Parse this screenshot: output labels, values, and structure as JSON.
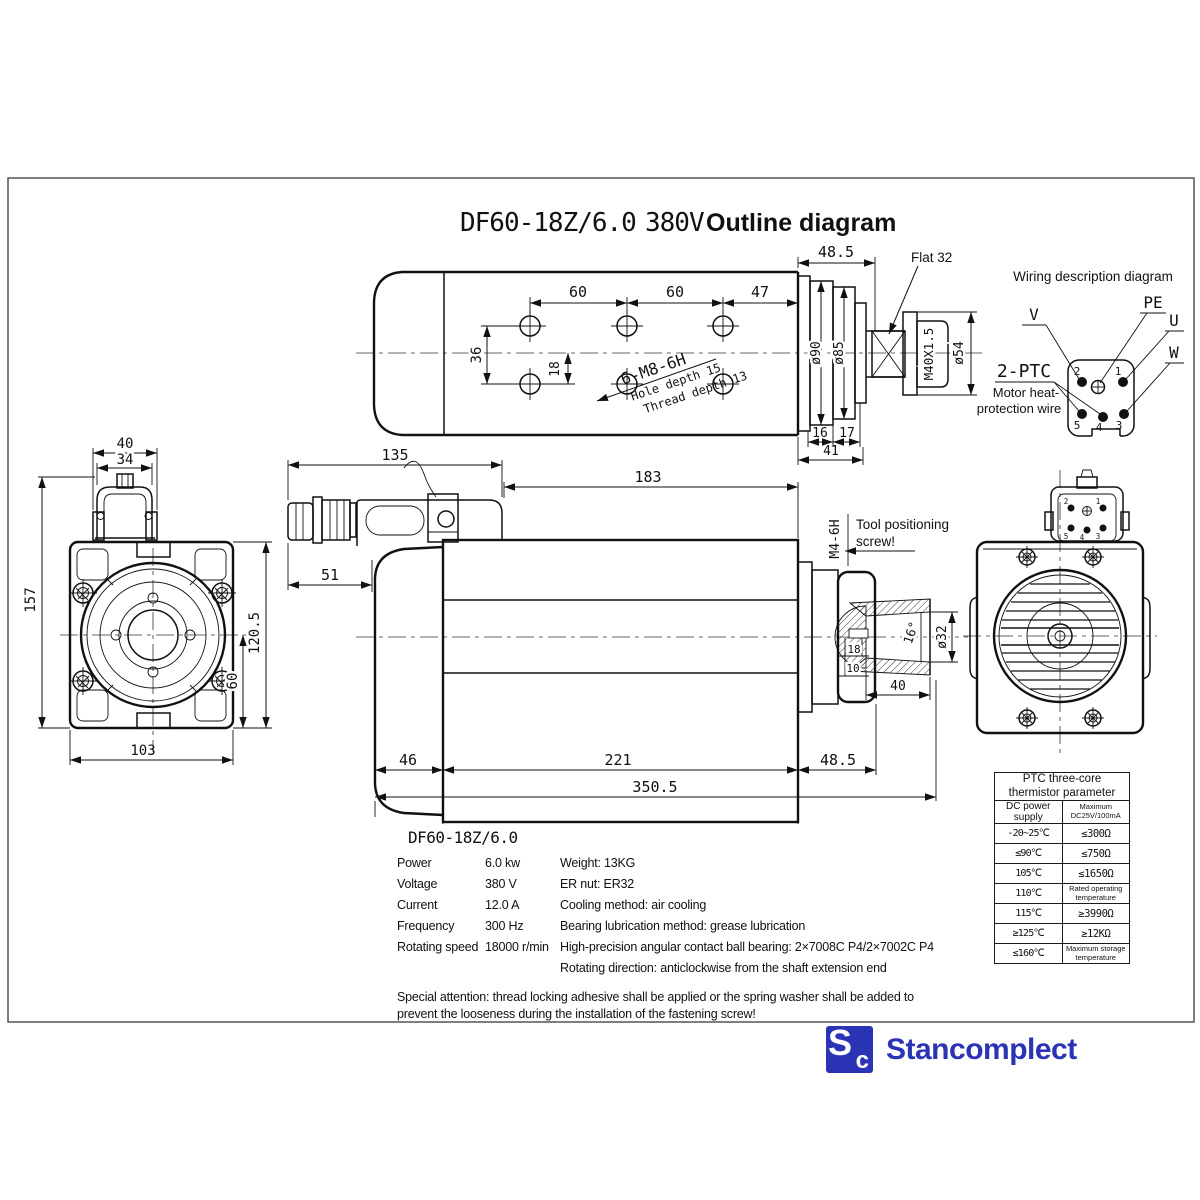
{
  "title": {
    "model": "DF60-18Z/6.0",
    "voltage": "380V",
    "label": "Outline diagram"
  },
  "top_view": {
    "dim_485": "48.5",
    "flat": "Flat 32",
    "dim_60a": "60",
    "dim_60b": "60",
    "dim_47": "47",
    "dim_36": "36",
    "dim_18": "18",
    "hole_note1": "6-M8-6H",
    "hole_note2": "Hole depth 15",
    "hole_note3": "Thread depth 13",
    "dia_90": "ø90",
    "dia_85": "ø85",
    "thread": "M40X1.5",
    "dia_54": "ø54",
    "dim_16": "16",
    "dim_17": "17",
    "dim_41": "41"
  },
  "wiring": {
    "title": "Wiring description diagram",
    "pe": "PE",
    "u": "U",
    "v": "V",
    "w": "W",
    "ptc": "2-PTC",
    "ptc_note_line1": "Motor heat-",
    "ptc_note_line2": "protection wire",
    "pins": {
      "p1": "1",
      "p2": "2",
      "p3": "3",
      "p4": "4",
      "p5": "5"
    }
  },
  "front_view": {
    "dim_40": "40",
    "dim_34": "34",
    "dim_157": "157",
    "dim_1205": "120.5",
    "dim_60": "60",
    "dim_103": "103"
  },
  "side_view": {
    "dim_135": "135",
    "dim_51": "51",
    "dim_183": "183",
    "m4": "M4-6H",
    "tool_note1": "Tool positioning",
    "tool_note2": "screw!",
    "dim_18": "18",
    "dim_10": "10",
    "angle": "16°",
    "dia_32": "ø32",
    "dim_40": "40",
    "dim_46": "46",
    "dim_221": "221",
    "dim_485": "48.5",
    "dim_3505": "350.5"
  },
  "specs": {
    "model": "DF60-18Z/6.0",
    "rows": [
      {
        "label": "Power",
        "value": "6.0 kw"
      },
      {
        "label": "Voltage",
        "value": "380 V"
      },
      {
        "label": "Current",
        "value": "12.0 A"
      },
      {
        "label": "Frequency",
        "value": "300 Hz"
      },
      {
        "label": "Rotating speed",
        "value": "18000 r/min"
      }
    ],
    "right": [
      "Weight: 13KG",
      "ER nut: ER32",
      "Cooling method: air cooling",
      "Bearing lubrication method: grease lubrication",
      "High-precision angular contact ball bearing: 2×7008C P4/2×7002C P4",
      "Rotating direction: anticlockwise from the shaft extension end"
    ],
    "attention_line1": "Special attention: thread locking adhesive shall be applied or the spring washer shall be added to",
    "attention_line2": "prevent the looseness during the installation of the fastening screw!"
  },
  "ptc_table": {
    "title_line1": "PTC three-core",
    "title_line2": "thermistor parameter",
    "col1_header": "DC power supply",
    "col2_header": "Maximum DC25V/100mA",
    "rows": [
      {
        "temp": "-20~25℃",
        "value": "≤300Ω"
      },
      {
        "temp": "≤90℃",
        "value": "≤750Ω"
      },
      {
        "temp": "105℃",
        "value": "≤1650Ω"
      },
      {
        "temp": "110℃",
        "value": "Rated operating temperature"
      },
      {
        "temp": "115℃",
        "value": "≥3990Ω"
      },
      {
        "temp": "≥125℃",
        "value": "≥12KΩ"
      },
      {
        "temp": "≤160℃",
        "value": "Maximum storage temperature"
      }
    ]
  },
  "logo": {
    "monogram_s": "S",
    "monogram_c": "c",
    "name": "Stancomplect",
    "color": "#2b34b4"
  }
}
